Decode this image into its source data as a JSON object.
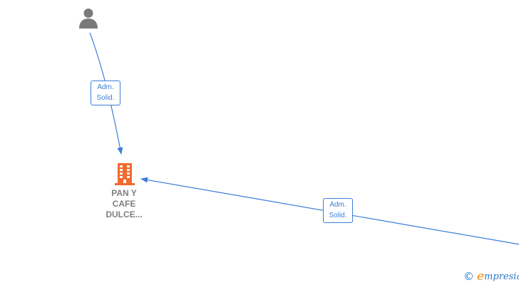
{
  "diagram": {
    "nodes": {
      "person": {
        "icon": "person-icon"
      },
      "company": {
        "icon": "building-icon",
        "label_lines": [
          "PAN Y",
          "CAFE",
          "DULCE..."
        ]
      }
    },
    "edges": [
      {
        "from": "person",
        "to": "company",
        "label_lines": [
          "Adm.",
          "Solid."
        ]
      },
      {
        "from": "offscreen-right",
        "to": "company",
        "label_lines": [
          "Adm.",
          "Solid."
        ]
      }
    ]
  },
  "watermark": {
    "symbol": "©",
    "brand_initial": "e",
    "brand_rest": "mpresia"
  },
  "colors": {
    "edge": "#3b7dd8",
    "person": "#7a7a7a",
    "company": "#f26a2e",
    "label_text": "#808080",
    "brand_blue": "#2a78c5",
    "brand_orange": "#f08a1e"
  }
}
